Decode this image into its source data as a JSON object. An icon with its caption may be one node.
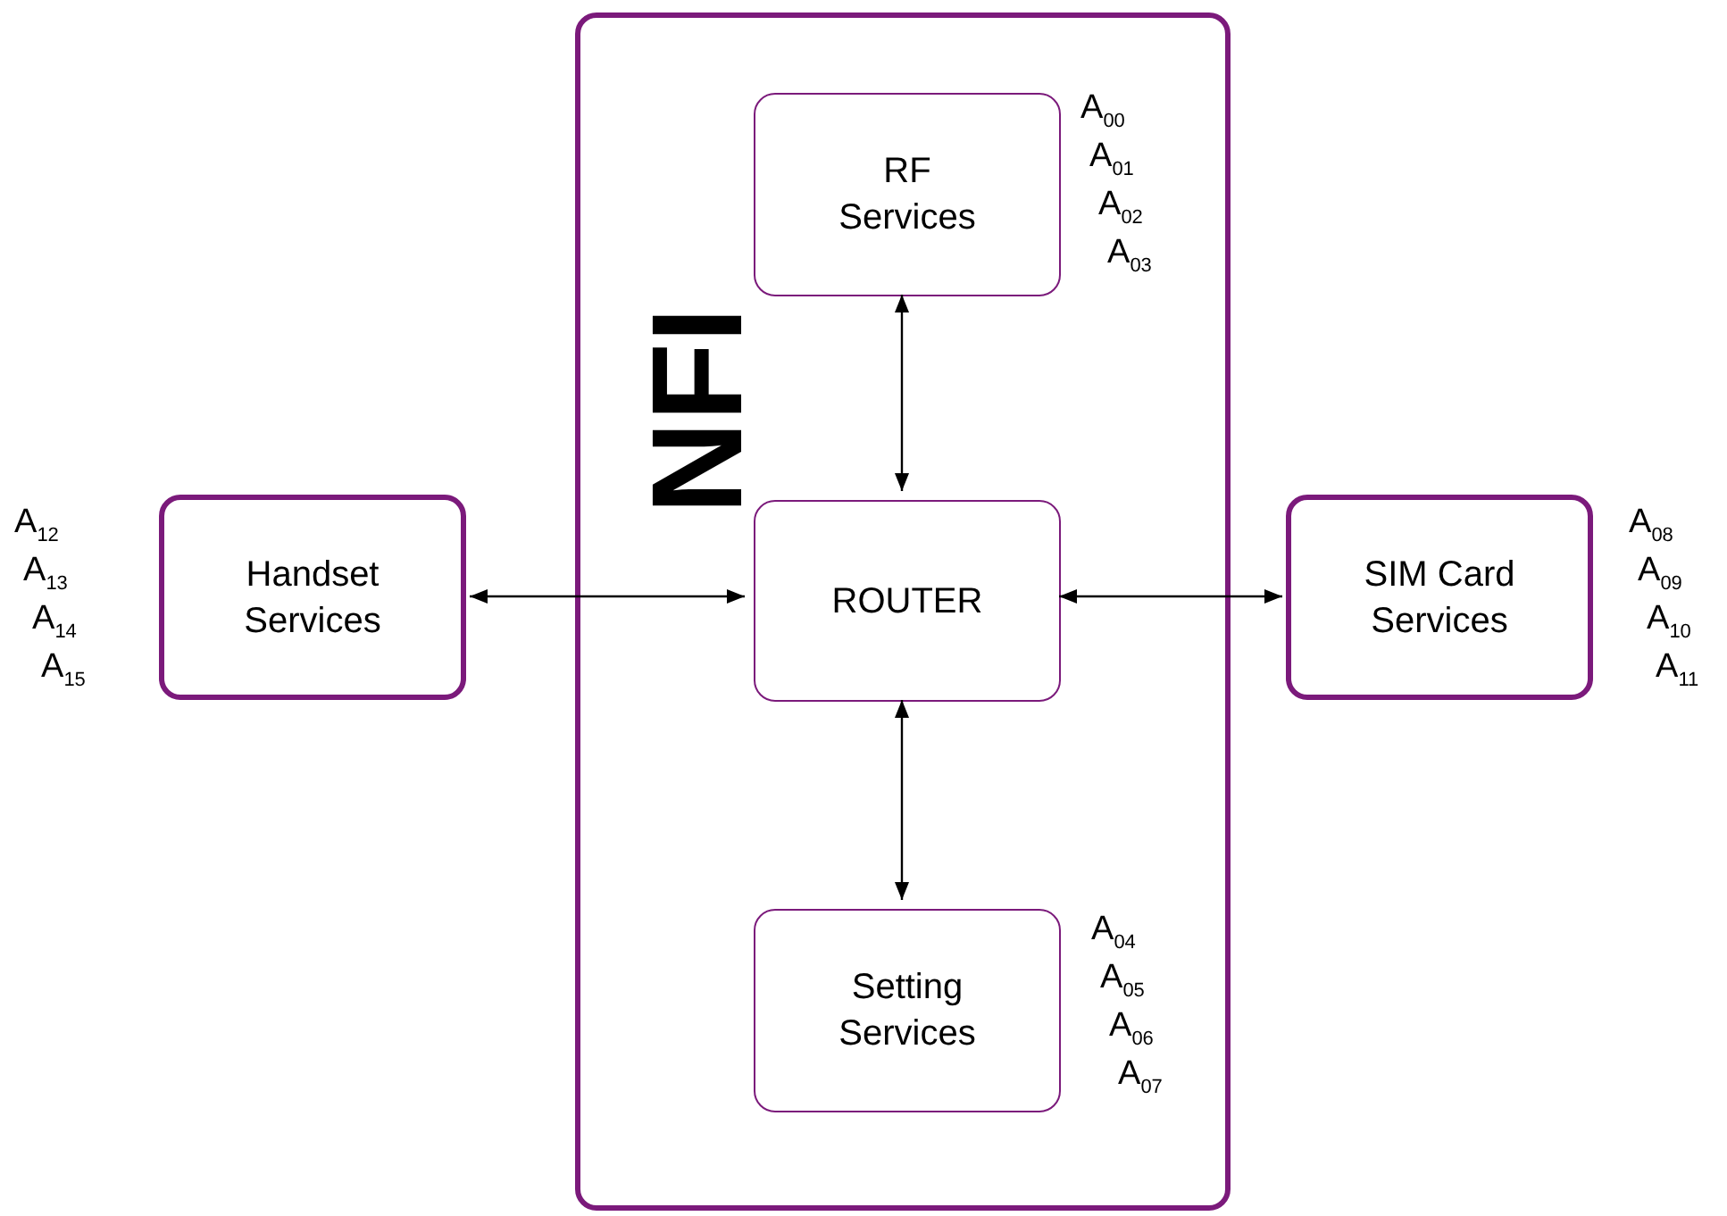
{
  "diagram": {
    "nodes": [
      {
        "text": [
          "NFI"
        ]
      },
      {
        "text": [
          "RF Services"
        ],
        "in": 0,
        "beside": [
          "A$_{00}$",
          "A$_{01}$",
          "A$_{02}$",
          "A$_{03}$"
        ]
      },
      {
        "text": [
          "ROUTER"
        ],
        "in": 0
      },
      {
        "text": [
          "Setting Services"
        ],
        "in": 0,
        "beside": [
          "A$_{04}$",
          "A$_{05}$",
          "A$_{06}$",
          "A$_{07}$"
        ]
      },
      {
        "text": [
          "Handset Services"
        ],
        "beside": [
          "A$_{12}$",
          "A$_{13}$",
          "A$_{14}$",
          "A$_{15}$"
        ]
      },
      {
        "text": [
          "SIM Card Services"
        ],
        "beside": [
          "A$_{08}$",
          "A$_{09}$",
          "A$_{10}$",
          "A$_{11}$"
        ]
      }
    ],
    "edges": [
      {
        "from": 1,
        "to": 2,
        "arrow": "both"
      },
      {
        "from": 2,
        "to": 3,
        "arrow": "both"
      },
      {
        "from": 4,
        "to": 2,
        "arrow": "both"
      },
      {
        "from": 2,
        "to": 5,
        "arrow": "both"
      }
    ]
  }
}
